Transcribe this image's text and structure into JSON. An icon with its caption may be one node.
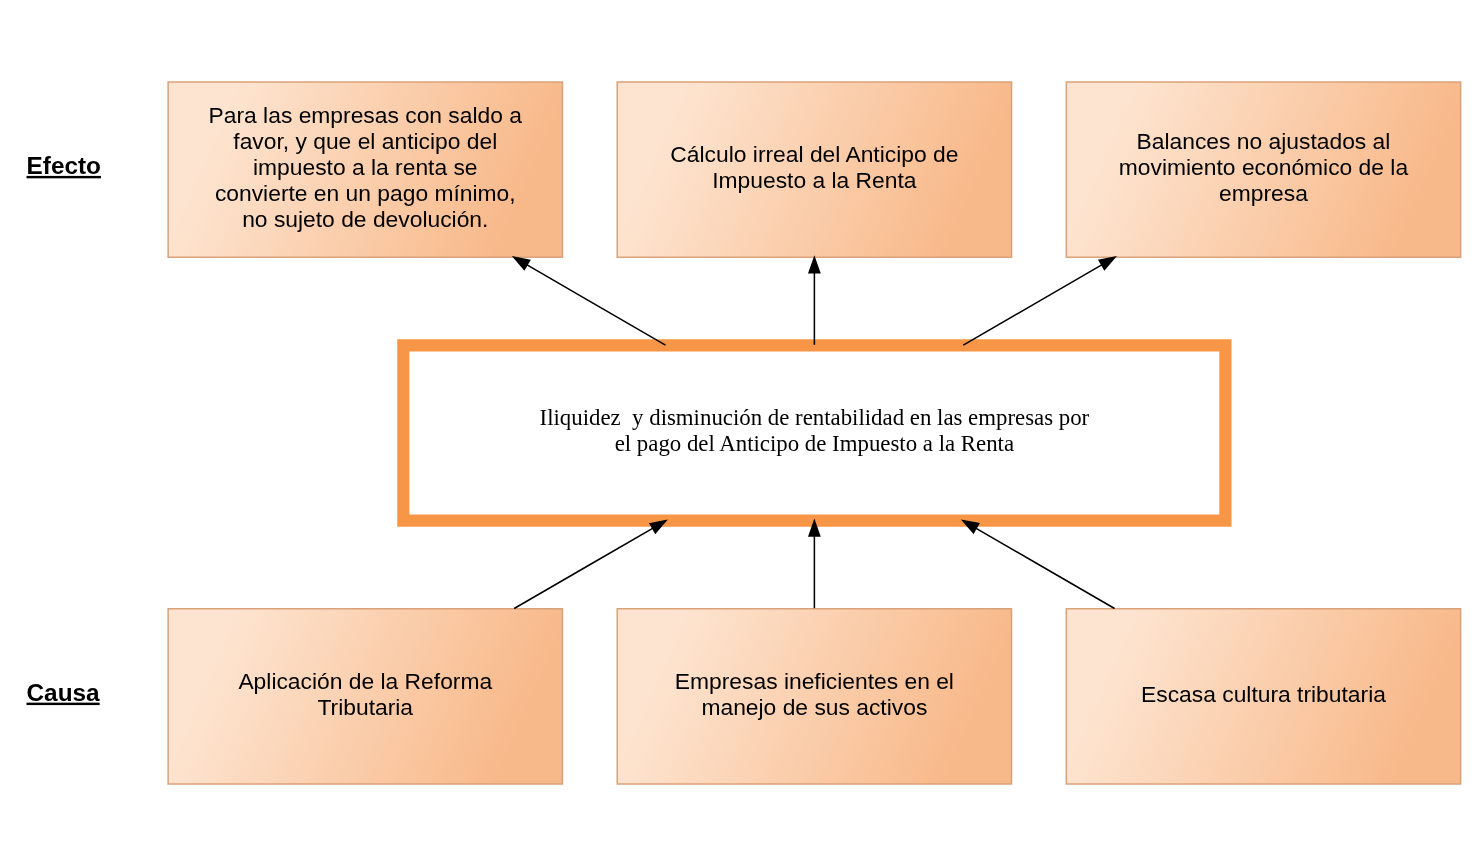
{
  "diagram": {
    "nodes": [
      {
        "text": [
          "Para las empresas con saldo a favor, y que el anticipo del impuesto a la renta se convierte en un pago mínimo, no sujeto de devolución."
        ]
      },
      {
        "text": [
          "Cálculo irreal del Anticipo de Impuesto a la Renta"
        ]
      },
      {
        "text": [
          "Balances no ajustados al movimiento económico de la empresa"
        ]
      },
      {
        "text": [
          "Iliquidez  y disminución de rentabilidad en las empresas por el pago del Anticipo de Impuesto a la Renta"
        ]
      },
      {
        "text": [
          "Aplicación de la Reforma Tributaria"
        ]
      },
      {
        "text": [
          "Empresas ineficientes en el manejo de sus activos"
        ]
      },
      {
        "text": [
          "Escasa cultura tributaria"
        ]
      }
    ],
    "edges": [
      {
        "from": 3,
        "to": 0,
        "arrow": "to"
      },
      {
        "from": 3,
        "to": 1,
        "arrow": "to"
      },
      {
        "from": 3,
        "to": 2,
        "arrow": "to"
      },
      {
        "from": 4,
        "to": 3,
        "arrow": "to"
      },
      {
        "from": 5,
        "to": 3,
        "arrow": "to"
      },
      {
        "from": 6,
        "to": 3,
        "arrow": "to"
      }
    ],
    "labels": [
      "Efecto",
      "Causa"
    ]
  }
}
